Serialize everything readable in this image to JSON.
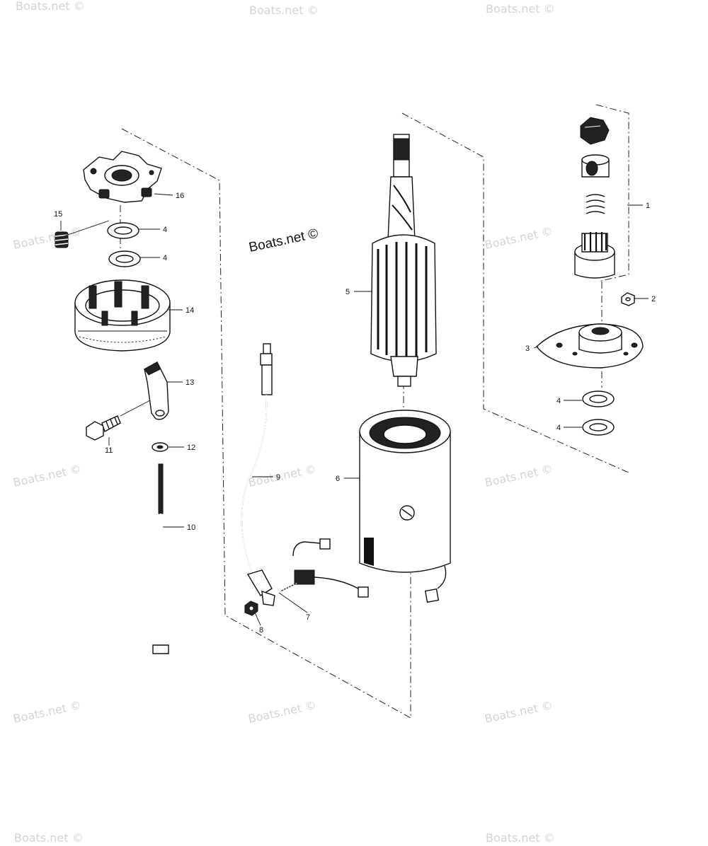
{
  "watermarks": {
    "diagram": "Boats.net ©",
    "faint": [
      "Boats.net ©",
      "Boats.net ©",
      "Boats.net ©",
      "Boats.net ©",
      "Boats.net ©",
      "Boats.net ©",
      "Boats.net ©",
      "Boats.net ©",
      "Boats.net ©",
      "Boats.net ©",
      "Boats.net ©",
      "Boats.net ©",
      "Boats.net ©"
    ]
  },
  "callouts": {
    "c1": "1",
    "c2": "2",
    "c3": "3",
    "c4a": "4",
    "c4b": "4",
    "c4c": "4",
    "c4d": "4",
    "c5": "5",
    "c6": "6",
    "c7": "7",
    "c8": "8",
    "c9": "9",
    "c10": "10",
    "c11": "11",
    "c12": "12",
    "c13": "13",
    "c14": "14",
    "c15": "15",
    "c16": "16"
  }
}
